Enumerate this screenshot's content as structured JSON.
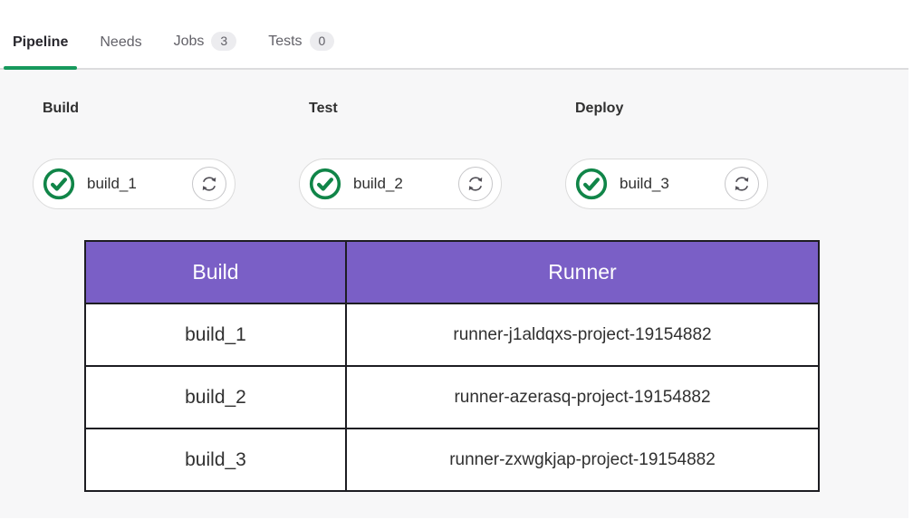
{
  "tabs": [
    {
      "label": "Pipeline",
      "active": true
    },
    {
      "label": "Needs",
      "active": false
    },
    {
      "label": "Jobs",
      "badge": "3",
      "active": false
    },
    {
      "label": "Tests",
      "badge": "0",
      "active": false
    }
  ],
  "stages": [
    {
      "name": "Build",
      "job": {
        "name": "build_1",
        "status": "success"
      }
    },
    {
      "name": "Test",
      "job": {
        "name": "build_2",
        "status": "success"
      }
    },
    {
      "name": "Deploy",
      "job": {
        "name": "build_3",
        "status": "success"
      }
    }
  ],
  "table": {
    "headers": [
      "Build",
      "Runner"
    ],
    "rows": [
      [
        "build_1",
        "runner-j1aldqxs-project-19154882"
      ],
      [
        "build_2",
        "runner-azerasq-project-19154882"
      ],
      [
        "build_3",
        "runner-zxwgkjap-project-19154882"
      ]
    ]
  },
  "icons": {
    "status": "check-circle-icon",
    "retry": "retry-icon"
  },
  "colors": {
    "success_green": "#108548",
    "tab_underline_green": "#17995c",
    "table_header_purple": "#7a5fc6",
    "badge_gray": "#ececef",
    "content_bg": "#f7f7f8"
  }
}
